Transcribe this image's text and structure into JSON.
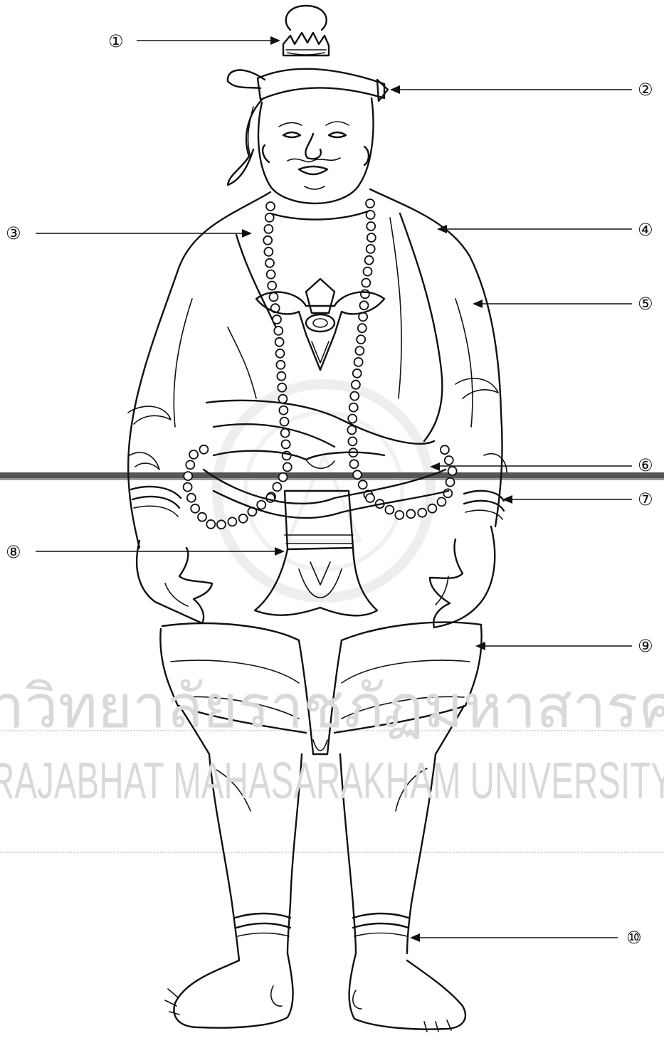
{
  "callouts": [
    {
      "id": 1,
      "label": "①",
      "side": "left"
    },
    {
      "id": 2,
      "label": "②",
      "side": "right"
    },
    {
      "id": 3,
      "label": "③",
      "side": "left"
    },
    {
      "id": 4,
      "label": "④",
      "side": "right"
    },
    {
      "id": 5,
      "label": "⑤",
      "side": "right"
    },
    {
      "id": 6,
      "label": "⑥",
      "side": "right"
    },
    {
      "id": 7,
      "label": "⑦",
      "side": "right"
    },
    {
      "id": 8,
      "label": "⑧",
      "side": "left"
    },
    {
      "id": 9,
      "label": "⑨",
      "side": "right"
    },
    {
      "id": 10,
      "label": "⑩",
      "side": "right"
    }
  ],
  "watermark": {
    "thai": "มหาวิทยาลัยราชภัฏมหาสารคาม",
    "english": "RAJABHAT MAHASARAKHAM UNIVERSITY",
    "color": "#d9d9d9"
  },
  "colors": {
    "ink": "#111111",
    "background": "#ffffff",
    "scan_band": "#555555"
  }
}
